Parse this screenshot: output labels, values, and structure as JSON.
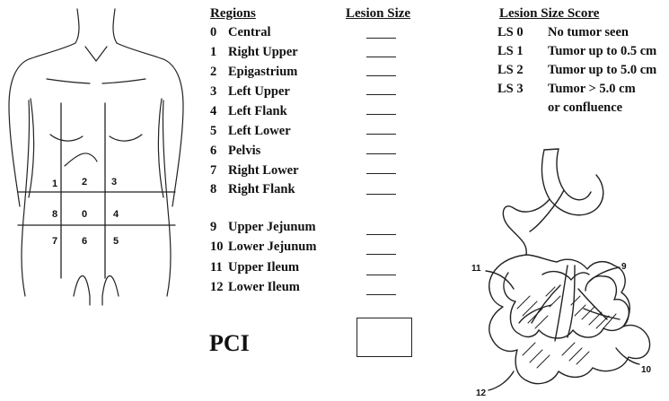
{
  "regions_table": {
    "regions_header": "Regions",
    "lesion_size_header": "Lesion Size",
    "regions": [
      {
        "num": "0",
        "name": "Central"
      },
      {
        "num": "1",
        "name": "Right Upper"
      },
      {
        "num": "2",
        "name": "Epigastrium"
      },
      {
        "num": "3",
        "name": "Left Upper"
      },
      {
        "num": "4",
        "name": "Left Flank"
      },
      {
        "num": "5",
        "name": "Left Lower"
      },
      {
        "num": "6",
        "name": "Pelvis"
      },
      {
        "num": "7",
        "name": "Right Lower"
      },
      {
        "num": "8",
        "name": "Right Flank"
      },
      {
        "num": "9",
        "name": "Upper Jejunum"
      },
      {
        "num": "10",
        "name": "Lower Jejunum"
      },
      {
        "num": "11",
        "name": "Upper Ileum"
      },
      {
        "num": "12",
        "name": "Lower Ileum"
      }
    ]
  },
  "score_legend": {
    "header": "Lesion Size Score",
    "items": [
      {
        "code": "LS 0",
        "desc": "No tumor seen"
      },
      {
        "code": "LS 1",
        "desc": "Tumor up to 0.5 cm"
      },
      {
        "code": "LS 2",
        "desc": "Tumor up to 5.0 cm"
      },
      {
        "code": "LS 3",
        "desc": "Tumor > 5.0 cm"
      }
    ],
    "continuation": "or confluence"
  },
  "pci": {
    "label": "PCI"
  },
  "abdomen_diagram": {
    "region_numbers": [
      "0",
      "1",
      "2",
      "3",
      "4",
      "5",
      "6",
      "7",
      "8"
    ]
  },
  "bowel_diagram": {
    "labels": [
      "9",
      "10",
      "11",
      "12"
    ]
  }
}
